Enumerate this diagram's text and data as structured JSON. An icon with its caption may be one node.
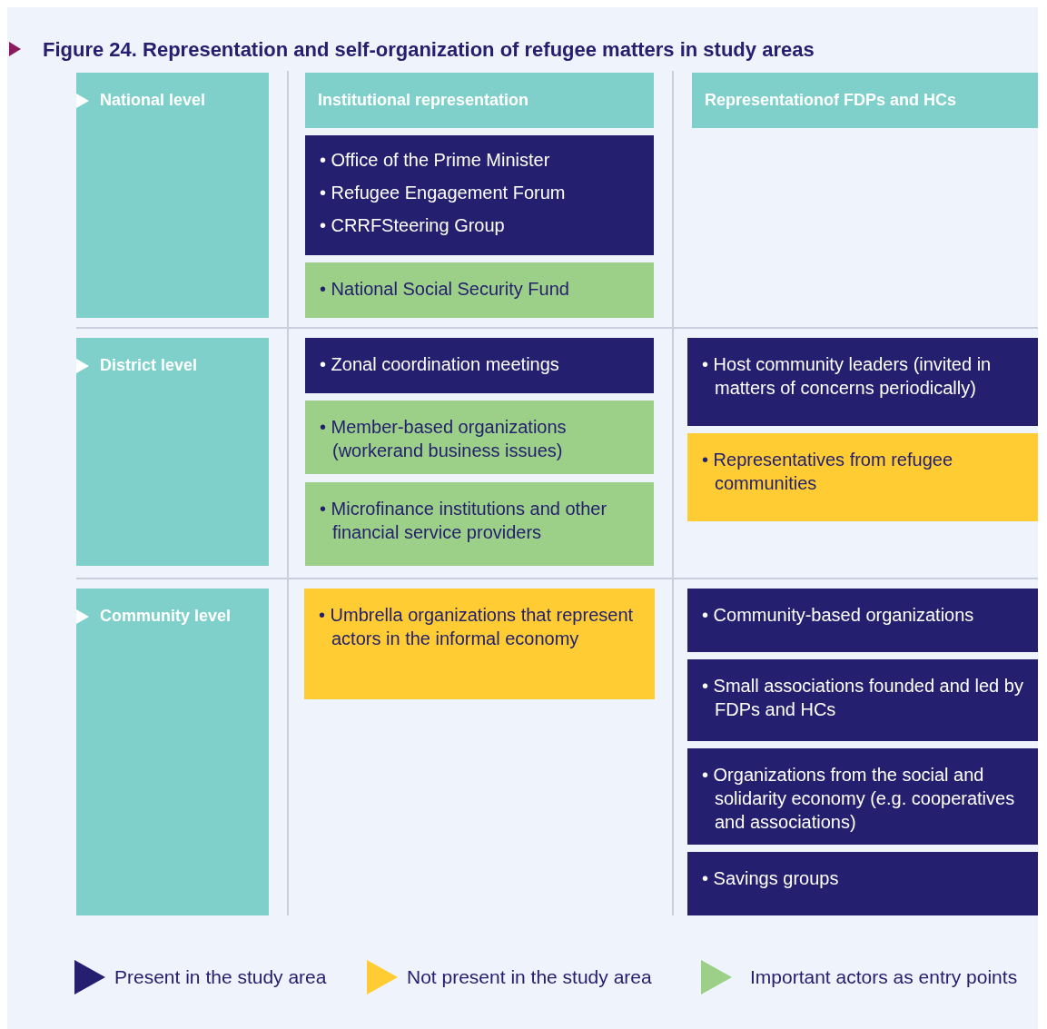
{
  "diagram": {
    "title": "Figure 24. Representation and self-organization of refugee matters in study areas",
    "nodes": [
      {
        "text": [
          "National level"
        ]
      },
      {
        "text": [
          "Institutional representation"
        ]
      },
      {
        "text": [
          "Representationof FDPs and HCs"
        ]
      },
      {
        "text": [
          "• Office of the Prime Minister",
          "• Refugee Engagement Forum",
          "• CRRFSteering Group"
        ]
      },
      {
        "text": [
          "• National Social Security Fund"
        ]
      },
      {
        "text": [
          "District level"
        ]
      },
      {
        "text": [
          "• Zonal coordination meetings"
        ]
      },
      {
        "text": [
          "• Host community leaders (invited in matters of concerns periodically)"
        ]
      },
      {
        "text": [
          "• Member-based organizations (workerand business issues)"
        ]
      },
      {
        "text": [
          "• Representatives from refugee communities"
        ]
      },
      {
        "text": [
          "• Microfinance institutions and other financial service providers"
        ]
      },
      {
        "text": [
          "Community level"
        ]
      },
      {
        "text": [
          "• Umbrella organizations that represent actors in the informal economy"
        ]
      },
      {
        "text": [
          "• Community-based organizations"
        ]
      },
      {
        "text": [
          "• Small associations founded and led by FDPs and HCs"
        ]
      },
      {
        "text": [
          "• Organizations from the social and solidarity economy (e.g. cooperatives and associations)"
        ]
      },
      {
        "text": [
          "• Savings groups"
        ]
      }
    ],
    "legend": [
      {
        "text": "Present in the study area",
        "color": "#24206f"
      },
      {
        "text": "Not present in the study area",
        "color": "#ffcd33"
      },
      {
        "text": "Important actors as entry points",
        "color": "#9ccf87"
      }
    ]
  }
}
